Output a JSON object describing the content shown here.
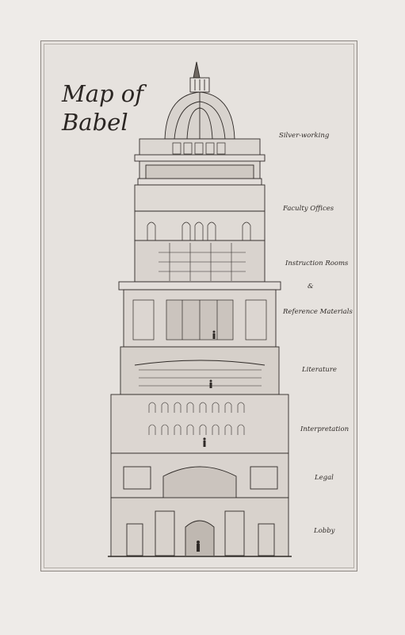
{
  "map": {
    "title_line1": "Map of",
    "title_line2": "Babel"
  },
  "floors": [
    {
      "label": "Silver-working"
    },
    {
      "label": "Faculty Offices"
    },
    {
      "label": "Instruction Rooms"
    },
    {
      "label": "&"
    },
    {
      "label": "Reference Materials"
    },
    {
      "label": "Literature"
    },
    {
      "label": "Interpretation"
    },
    {
      "label": "Legal"
    },
    {
      "label": "Lobby"
    }
  ],
  "colors": {
    "page": "#eeebe8",
    "plate": "#e6e2de",
    "ink": "#2b2623"
  }
}
